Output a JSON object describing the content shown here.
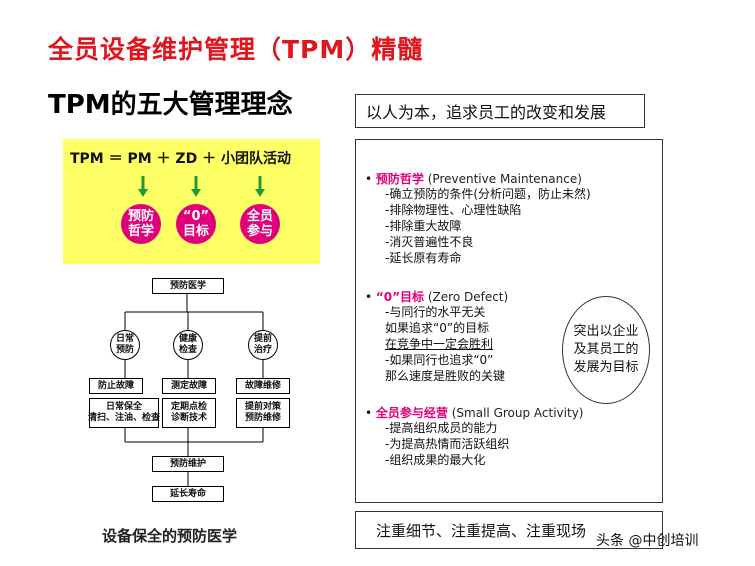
{
  "main_title": "全员设备维护管理（TPM）精髓",
  "sub_title": "TPM的五大管理理念",
  "philosophy": "以人为本，追求员工的改变和发展",
  "formula": "TPM ＝ PM ＋ ZD ＋ 小团队活动",
  "circles": [
    {
      "line1": "预防",
      "line2": "哲学"
    },
    {
      "line1": "“0”",
      "line2": "目标"
    },
    {
      "line1": "全员",
      "line2": "参与"
    }
  ],
  "tree": {
    "top": "预防医学",
    "branches": [
      {
        "line1": "日常",
        "line2": "预防"
      },
      {
        "line1": "健康",
        "line2": "检查"
      },
      {
        "line1": "提前",
        "line2": "治疗"
      }
    ],
    "actions": [
      "防止故障",
      "测定故障",
      "故障维修"
    ],
    "details": [
      {
        "line1": "日常保全",
        "line2": "清扫、注油、检查"
      },
      {
        "line1": "定期点检",
        "line2": "诊断技术"
      },
      {
        "line1": "提前对策",
        "line2": "预防维修"
      }
    ],
    "maintenance": "预防维护",
    "result": "延长寿命"
  },
  "caption": "设备保全的预防医学",
  "sections": [
    {
      "title": "预防哲学",
      "english": "(Preventive Maintenance)",
      "items": [
        "-确立预防的条件(分析问题，防止未然)",
        "-排除物理性、心理性缺陷",
        "-排除重大故障",
        "-消灭普遍性不良",
        "-延长原有寿命"
      ]
    },
    {
      "title": "“0”目标",
      "english": "(Zero Defect)",
      "items": [
        "-与同行的水平无关",
        "如果追求“0”的目标",
        "在竞争中一定会胜利",
        "-如果同行也追求“0”",
        "那么速度是胜败的关键"
      ]
    },
    {
      "title": "全员参与经营",
      "english": "(Small Group Activity)",
      "items": [
        "-提高组织成员的能力",
        "-为提高热情而活跃组织",
        "-组织成果的最大化"
      ]
    }
  ],
  "oval_text": {
    "line1": "突出以企业",
    "line2": "及其员工的",
    "line3": "发展为目标"
  },
  "bottom": "注重细节、注重提高、注重现场",
  "watermark": "头条 @中创培训",
  "colors": {
    "title": "#e0161e",
    "accent": "#e0007a",
    "panel": "#ffff66",
    "arrow": "#1f9a3a"
  }
}
